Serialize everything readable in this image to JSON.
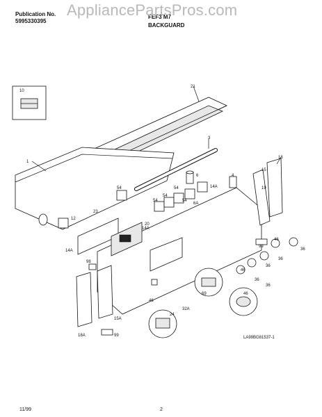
{
  "header": {
    "publication_label": "Publication No.",
    "publication_number": "5995330395",
    "model": "FEF3 M7",
    "section": "BACKGUARD"
  },
  "watermark": "AppliancePartsPros.com",
  "diagram": {
    "callouts": [
      "21",
      "10",
      "1",
      "3",
      "18",
      "15",
      "6",
      "4",
      "54",
      "54",
      "54",
      "14A",
      "19",
      "54",
      "6A",
      "54",
      "23",
      "12",
      "20",
      "14A",
      "46",
      "99",
      "14A",
      "98",
      "36",
      "36",
      "36",
      "46",
      "36",
      "36",
      "46",
      "69",
      "46",
      "32A",
      "24",
      "15A",
      "18A",
      "99"
    ],
    "code": "LA99BG81537-1"
  },
  "footer": {
    "date": "11/99",
    "page": "2"
  }
}
